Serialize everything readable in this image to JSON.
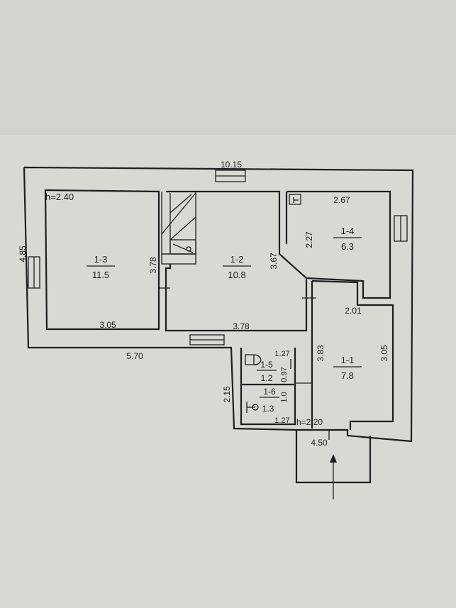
{
  "plan": {
    "ceiling_main": "h=2.40",
    "ceiling_annex": "h=2.20",
    "rooms": [
      {
        "id": "1-3",
        "area": "11.5"
      },
      {
        "id": "1-2",
        "area": "10.8"
      },
      {
        "id": "1-4",
        "area": "6.3"
      },
      {
        "id": "1-1",
        "area": "7.8"
      },
      {
        "id": "1-5",
        "area": "1.2"
      },
      {
        "id": "1-6",
        "area": "1.3"
      }
    ],
    "dims": {
      "top": "10.15",
      "left": "4.85",
      "bottom": "5.70",
      "r13_bottom": "3.05",
      "r13_side": "3.78",
      "r12_bottom": "3.78",
      "r12_side": "3.67",
      "r14_top": "2.67",
      "r14_side": "2.27",
      "r11_top": "2.01",
      "r11_left": "3.83",
      "r11_right": "3.05",
      "r15_top": "1.27",
      "r15_side": "0.97",
      "r16_side": "1.0",
      "r16_bottom": "1.27",
      "annex_left": "2.15",
      "porch": "4.50"
    }
  }
}
